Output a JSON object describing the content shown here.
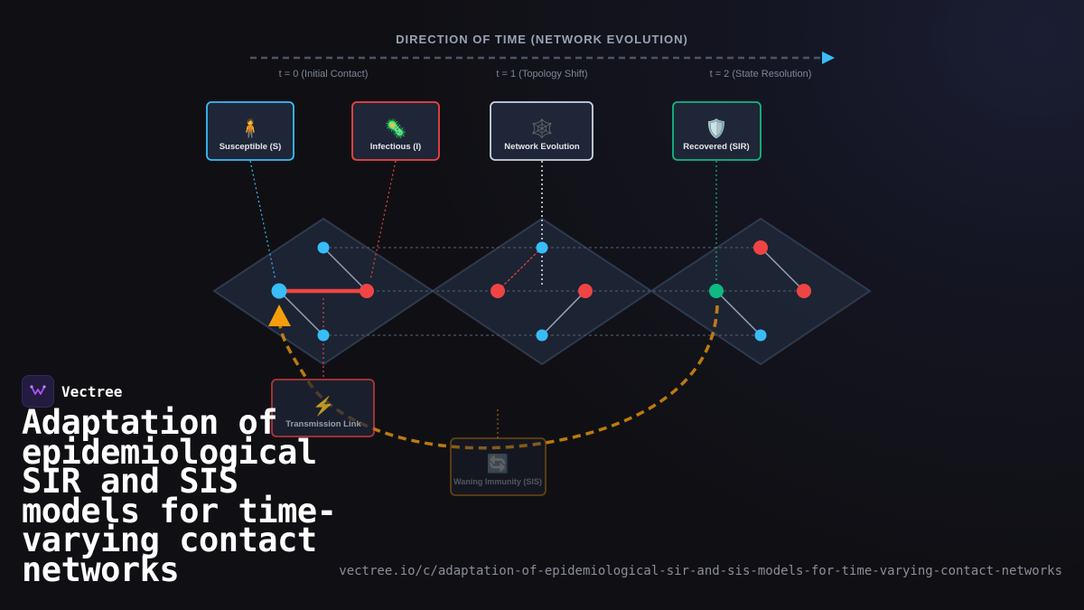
{
  "timeline": {
    "title": "DIRECTION OF TIME (NETWORK EVOLUTION)",
    "steps": [
      "t = 0 (Initial Contact)",
      "t = 1 (Topology Shift)",
      "t = 2 (State Resolution)"
    ]
  },
  "cards": [
    {
      "label": "Susceptible (S)",
      "icon": "person-icon",
      "glyph": "🧍",
      "color": "#38bdf8"
    },
    {
      "label": "Infectious (I)",
      "icon": "microbe-icon",
      "glyph": "🦠",
      "color": "#ef4444"
    },
    {
      "label": "Network Evolution",
      "icon": "network-icon",
      "glyph": "🕸️",
      "color": "#cbd5e1"
    },
    {
      "label": "Recovered (SIR)",
      "icon": "shield-icon",
      "glyph": "🛡️",
      "color": "#10b981"
    },
    {
      "label": "Transmission Link",
      "icon": "lightning-icon",
      "glyph": "⚡",
      "color": "#ef4444"
    },
    {
      "label": "Waning Immunity (SIS)",
      "icon": "cycle-arrows-icon",
      "glyph": "🔄",
      "color": "#f59e0b"
    }
  ],
  "colors": {
    "susceptible": "#38bdf8",
    "infectious": "#ef4444",
    "recovered": "#10b981",
    "feedback": "#f59e0b",
    "plane": "#1e2535",
    "accent_arrow": "#38bdf8"
  },
  "brand": {
    "name": "Vectree"
  },
  "headline": "Adaptation of epidemiological SIR and SIS models for time-varying contact networks",
  "url": "vectree.io/c/adaptation-of-epidemiological-sir-and-sis-models-for-time-varying-contact-networks"
}
